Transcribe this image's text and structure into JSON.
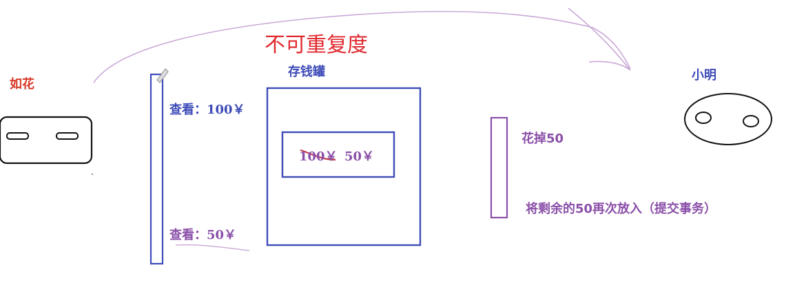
{
  "title": "不可重复度",
  "actors": {
    "left": "如花",
    "right": "小明"
  },
  "piggy_bank": {
    "label": "存钱罐",
    "old_amount": "100￥",
    "new_amount": "50￥"
  },
  "left_transaction": {
    "read_first": "查看：100￥",
    "read_second": "查看：50￥"
  },
  "right_transaction": {
    "spend": "花掉50",
    "put_back": "将剩余的50再次放入（提交事务）"
  },
  "colors": {
    "title": "#e0282e",
    "actor_left": "#d83a2a",
    "blue": "#3d4bb8",
    "purple": "#8a4fa8",
    "arc": "#c9a8d6"
  }
}
